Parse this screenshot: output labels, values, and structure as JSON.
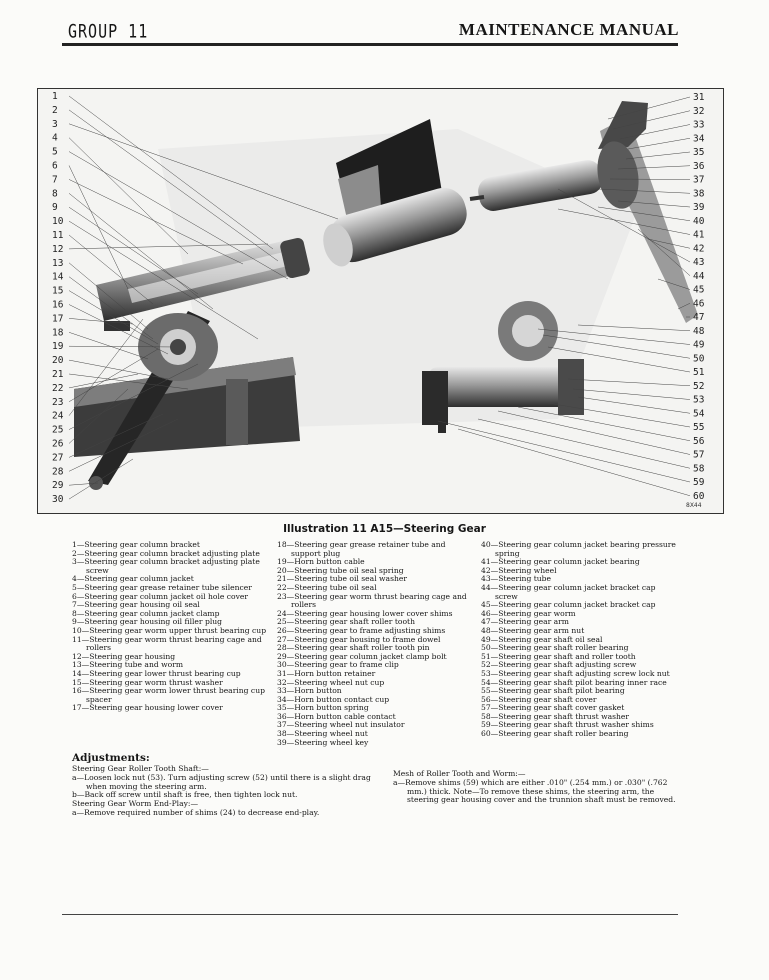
{
  "header": {
    "group": "GROUP 11",
    "manual": "MAINTENANCE MANUAL"
  },
  "figure": {
    "left_callouts": [
      "1",
      "2",
      "3",
      "4",
      "5",
      "6",
      "7",
      "8",
      "9",
      "10",
      "11",
      "12",
      "13",
      "14",
      "15",
      "16",
      "17",
      "18",
      "19",
      "20",
      "21",
      "22",
      "23",
      "24",
      "25",
      "26",
      "27",
      "28",
      "29",
      "30"
    ],
    "right_callouts": [
      "31",
      "32",
      "33",
      "34",
      "35",
      "36",
      "37",
      "38",
      "39",
      "40",
      "41",
      "42",
      "43",
      "44",
      "45",
      "46",
      "47",
      "48",
      "49",
      "50",
      "51",
      "52",
      "53",
      "54",
      "55",
      "56",
      "57",
      "58",
      "59",
      "60"
    ],
    "code": "8X44"
  },
  "caption": "Illustration 11 A15—Steering Gear",
  "legend": {
    "col1": [
      "1—Steering gear column bracket",
      "2—Steering gear column bracket adjusting plate",
      "3—Steering gear column bracket adjusting plate screw",
      "4—Steering gear column jacket",
      "5—Steering gear grease retainer tube silencer",
      "6—Steering gear column jacket oil hole cover",
      "7—Steering gear housing oil seal",
      "8—Steering gear column jacket clamp",
      "9—Steering gear housing oil filler plug",
      "10—Steering gear worm upper thrust bearing cup",
      "11—Steering gear worm thrust bearing cage and rollers",
      "12—Steering gear housing",
      "13—Steering tube and worm",
      "14—Steering gear lower thrust bearing cup",
      "15—Steering gear worm thrust washer",
      "16—Steering gear worm lower thrust bearing cup spacer",
      "17—Steering gear housing lower cover"
    ],
    "col2": [
      "18—Steering gear grease retainer tube and support plug",
      "19—Horn button cable",
      "20—Steering tube oil seal spring",
      "21—Steering tube oil seal washer",
      "22—Steering tube oil seal",
      "23—Steering gear worm thrust bearing cage and rollers",
      "24—Steering gear housing lower cover shims",
      "25—Steering gear shaft roller tooth",
      "26—Steering gear to frame adjusting shims",
      "27—Steering gear housing to frame dowel",
      "28—Steering gear shaft roller tooth pin",
      "29—Steering gear column jacket clamp bolt",
      "30—Steering gear to frame clip",
      "31—Horn button retainer",
      "32—Steering wheel nut cup",
      "33—Horn button",
      "34—Horn button contact cup",
      "35—Horn button spring",
      "36—Horn button cable contact",
      "37—Steering wheel nut insulator",
      "38—Steering wheel nut",
      "39—Steering wheel key"
    ],
    "col3": [
      "40—Steering gear column jacket bearing pressure spring",
      "41—Steering gear column jacket bearing",
      "42—Steering wheel",
      "43—Steering tube",
      "44—Steering gear column jacket bracket cap screw",
      "45—Steering gear column jacket bracket cap",
      "46—Steering gear worm",
      "47—Steering gear arm",
      "48—Steering gear arm nut",
      "49—Steering gear shaft oil seal",
      "50—Steering gear shaft roller bearing",
      "51—Steering gear shaft and roller tooth",
      "52—Steering gear shaft adjusting screw",
      "53—Steering gear shaft adjusting screw lock nut",
      "54—Steering gear shaft pilot bearing inner race",
      "55—Steering gear shaft pilot bearing",
      "56—Steering gear shaft cover",
      "57—Steering gear shaft cover gasket",
      "58—Steering gear shaft thrust washer",
      "59—Steering gear shaft thrust washer shims",
      "60—Steering gear shaft roller bearing"
    ]
  },
  "adjustments": {
    "title": "Adjustments:",
    "left": [
      {
        "text": "Steering Gear Roller Tooth Shaft:—",
        "indent": false
      },
      {
        "text": "a—Loosen lock nut (53). Turn adjusting screw (52) until there is a slight drag when moving the steering arm.",
        "indent": true
      },
      {
        "text": "b—Back off screw until shaft is free, then tighten lock nut.",
        "indent": true
      },
      {
        "text": "Steering Gear Worm End-Play:—",
        "indent": false
      },
      {
        "text": "a—Remove required number of shims (24) to decrease end-play.",
        "indent": true
      }
    ],
    "right": [
      {
        "text": "Mesh of Roller Tooth and Worm:—",
        "indent": false
      },
      {
        "text": "a—Remove shims (59) which are either .010\" (.254 mm.) or .030\" (.762 mm.) thick. Note—To remove these shims, the steering arm, the steering gear housing cover and the trunnion shaft must be removed.",
        "indent": true
      }
    ]
  }
}
